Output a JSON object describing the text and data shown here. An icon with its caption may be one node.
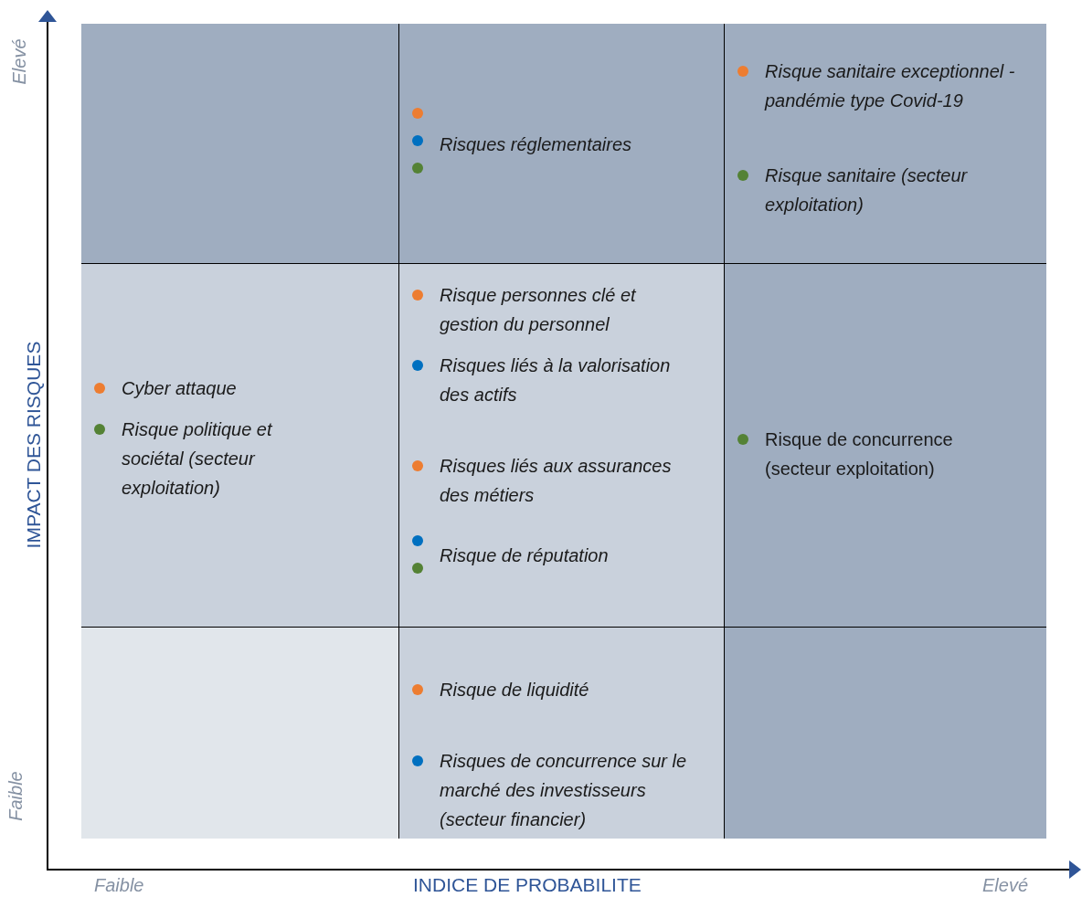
{
  "diagram": {
    "nodes": [
      {
        "text": [],
        "shape": "box"
      },
      {
        "text": [
          "Risques réglementaires"
        ]
      },
      {
        "text": [
          "Risque sanitaire exceptionnel - pandémie type Covid-19",
          "Risque sanitaire (secteur exploitation)"
        ]
      },
      {
        "text": [
          "Cyber attaque",
          "Risque politique et sociétal (secteur exploitation)"
        ]
      },
      {
        "text": [
          "Risque personnes clé et gestion du personnel",
          "Risques liés à la valorisation des actifs",
          "Risques liés aux assurances des métiers",
          "Risque de réputation"
        ]
      },
      {
        "text": [
          "Risque de concurrence (secteur exploitation)"
        ]
      },
      {
        "text": [],
        "shape": "box"
      },
      {
        "text": [
          "Risque de liquidité",
          "Risques de concurrence sur le marché des investisseurs (secteur financier)"
        ]
      },
      {
        "text": [],
        "shape": "box"
      }
    ],
    "labels": [
      "Elevé",
      "IMPACT DES RISQUES",
      "Faible",
      "Faible",
      "INDICE DE PROBABILITE",
      "Elevé"
    ]
  }
}
